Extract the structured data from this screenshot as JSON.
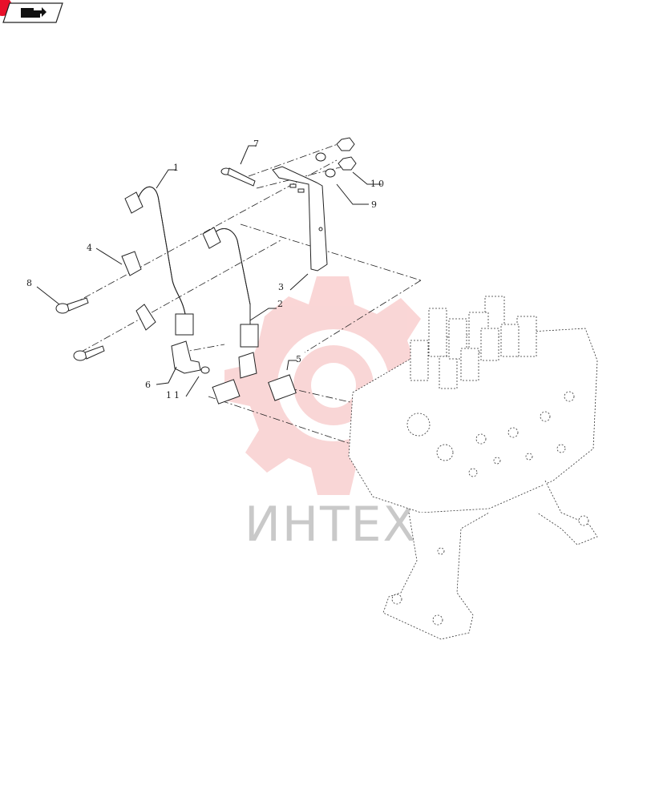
{
  "nav_badge": {
    "icon": "arrow-return-icon",
    "accent_color": "#e8102a"
  },
  "watermark": {
    "text": "ИНТЕХ",
    "color": "#f5b5b5"
  },
  "callouts": [
    {
      "id": "c1",
      "label": "1"
    },
    {
      "id": "c2",
      "label": "2"
    },
    {
      "id": "c3",
      "label": "3"
    },
    {
      "id": "c4",
      "label": "4"
    },
    {
      "id": "c5",
      "label": "5"
    },
    {
      "id": "c6",
      "label": "6"
    },
    {
      "id": "c7",
      "label": "7"
    },
    {
      "id": "c8",
      "label": "8"
    },
    {
      "id": "c9",
      "label": "9"
    },
    {
      "id": "c10",
      "label": "10"
    },
    {
      "id": "c11",
      "label": "11"
    }
  ]
}
